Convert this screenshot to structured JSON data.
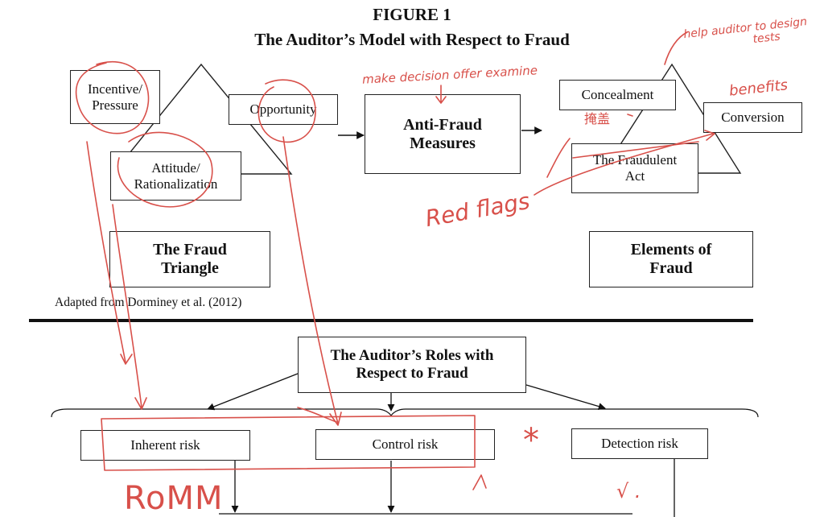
{
  "figure": {
    "title": "FIGURE 1",
    "subtitle": "The Auditor’s Model with Respect to Fraud"
  },
  "triangle": {
    "incentive": [
      "Incentive/",
      "Pressure"
    ],
    "opportunity": "Opportunity",
    "attitude": [
      "Attitude/",
      "Rationalization"
    ],
    "label": [
      "The Fraud",
      "Triangle"
    ]
  },
  "anti_fraud": [
    "Anti-Fraud",
    "Measures"
  ],
  "elements": {
    "concealment": "Concealment",
    "conversion": "Conversion",
    "act": [
      "The Fraudulent",
      "Act"
    ],
    "label": [
      "Elements of",
      "Fraud"
    ]
  },
  "source_note": "Adapted from Dorminey et al. (2012)",
  "roles": {
    "title": [
      "The Auditor’s Roles with",
      "Respect to Fraud"
    ],
    "inherent": "Inherent risk",
    "control": "Control risk",
    "detection": "Detection risk"
  },
  "annotations": {
    "help_auditor": [
      "help auditor to design",
      "tests"
    ],
    "make_decision": "make decision offer examine",
    "concealment_cn": "掩盖",
    "benefits": "benefits",
    "red_flags": "Red flags",
    "romm": "RoMM",
    "star": "*",
    "check": "√ ."
  },
  "colors": {
    "ink": "#111111",
    "annotation": "#d8504a"
  }
}
